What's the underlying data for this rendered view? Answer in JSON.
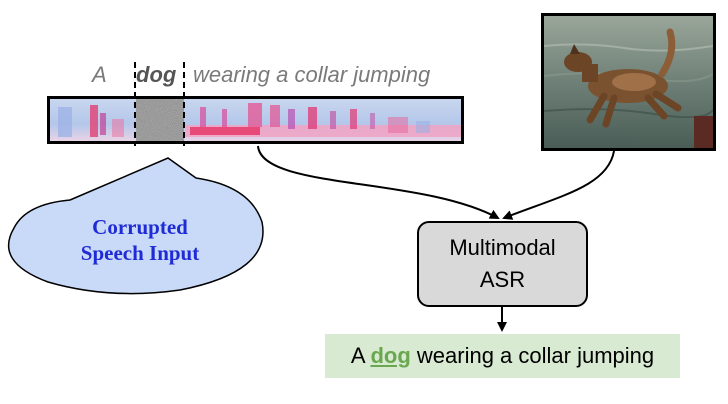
{
  "transcript": {
    "word_a": "A",
    "word_masked": "dog",
    "word_rest": "wearing a collar jumping"
  },
  "callout": {
    "line1": "Corrupted",
    "line2": "Speech Input"
  },
  "asr_box": {
    "line1": "Multimodal",
    "line2": "ASR"
  },
  "output": {
    "prefix": "A ",
    "highlight": "dog",
    "suffix": " wearing a collar jumping"
  },
  "colors": {
    "callout_fill": "#c9daf8",
    "callout_text": "#1f2bd4",
    "asr_fill": "#d9d9d9",
    "output_fill": "#d9ead3",
    "output_highlight": "#6aa84f"
  },
  "icons": {
    "spectrogram": "speech-spectrogram-image",
    "photo": "jumping-dog-photo"
  }
}
